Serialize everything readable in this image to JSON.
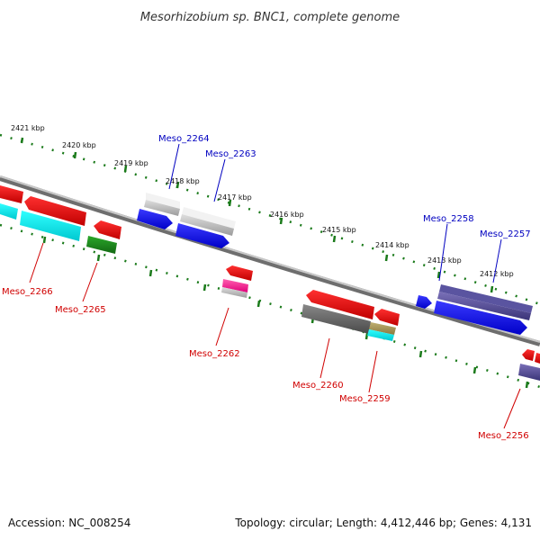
{
  "title": "Mesorhizobium sp. BNC1, complete genome",
  "footer": {
    "accession": "Accession: NC_008254",
    "summary": "Topology: circular; Length: 4,412,446 bp; Genes: 4,131"
  },
  "kbp_labels": [
    "2421 kbp",
    "2420 kbp",
    "2419 kbp",
    "2418 kbp",
    "2417 kbp",
    "2416 kbp",
    "2415 kbp",
    "2414 kbp",
    "2413 kbp",
    "2412 kbp"
  ],
  "gene_labels": {
    "meso_2264": "Meso_2264",
    "meso_2263": "Meso_2263",
    "meso_2258": "Meso_2258",
    "meso_2257": "Meso_2257",
    "meso_2266": "Meso_2266",
    "meso_2265": "Meso_2265",
    "meso_2262": "Meso_2262",
    "meso_2260": "Meso_2260",
    "meso_2259": "Meso_2259",
    "meso_2256": "Meso_2256"
  },
  "colors": {
    "forward_label": "#0000c0",
    "reverse_label": "#d00000",
    "backbone": "#8a8a8a",
    "ruler": "#1a7a1a"
  }
}
